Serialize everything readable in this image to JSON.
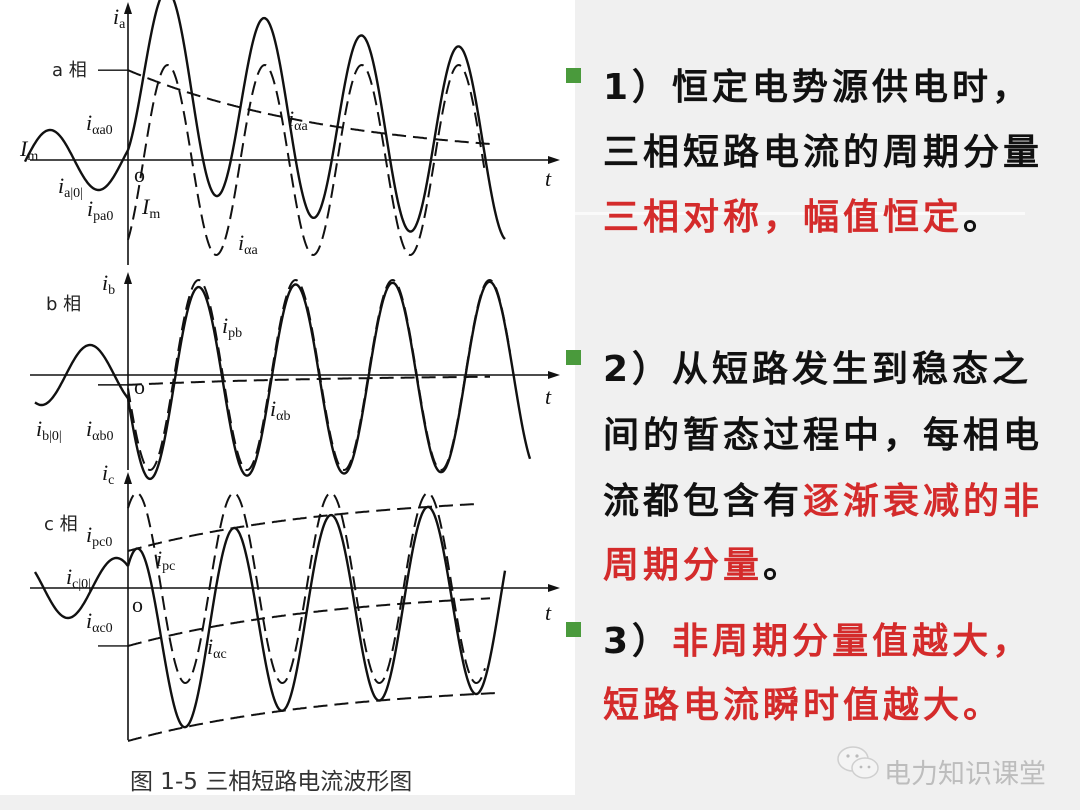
{
  "figure": {
    "caption": "图 1-5   三相短路电流波形图",
    "axis_t": "t",
    "origin": "o",
    "panels": [
      {
        "phase_label": "a 相",
        "axis": {
          "main": "i",
          "sub": "a"
        },
        "labels": [
          {
            "main": "i",
            "sub": "αa0"
          },
          {
            "main": "I",
            "sub": "m"
          },
          {
            "main": "i",
            "sub": "a|0|"
          },
          {
            "main": "i",
            "sub": "pa0"
          },
          {
            "main": "I",
            "sub": "m"
          },
          {
            "main": "i",
            "sub": "αa"
          },
          {
            "main": "i",
            "sub": "αa"
          }
        ]
      },
      {
        "phase_label": "b 相",
        "axis": {
          "main": "i",
          "sub": "b"
        },
        "labels": [
          {
            "main": "i",
            "sub": "pb"
          },
          {
            "main": "i",
            "sub": "αb"
          },
          {
            "main": "i",
            "sub": "b|0|"
          },
          {
            "main": "i",
            "sub": "αb0"
          }
        ]
      },
      {
        "phase_label": "c 相",
        "axis": {
          "main": "i",
          "sub": "c"
        },
        "labels": [
          {
            "main": "i",
            "sub": "pc0"
          },
          {
            "main": "i",
            "sub": "pc"
          },
          {
            "main": "i",
            "sub": "c|0|"
          },
          {
            "main": "i",
            "sub": "αc0"
          },
          {
            "main": "i",
            "sub": "αc"
          }
        ]
      }
    ]
  },
  "points": [
    {
      "lines": [
        [
          {
            "text": "1）恒定电势源供电时，",
            "highlight": false
          }
        ],
        [
          {
            "text": "三相短路电流的周期分量",
            "highlight": false
          }
        ],
        [
          {
            "text": "三相对称，幅值恒定",
            "highlight": true
          },
          {
            "text": "。",
            "highlight": false
          }
        ]
      ]
    },
    {
      "lines": [
        [
          {
            "text": "2）从短路发生到稳态之",
            "highlight": false
          }
        ],
        [
          {
            "text": "间的暂态过程中，每相电",
            "highlight": false
          }
        ],
        [
          {
            "text": "流都包含有",
            "highlight": false
          },
          {
            "text": "逐渐衰减的非",
            "highlight": true
          }
        ],
        [
          {
            "text": "周期分量",
            "highlight": true
          },
          {
            "text": "。",
            "highlight": false
          }
        ]
      ]
    },
    {
      "lines": [
        [
          {
            "text": "3）",
            "highlight": false
          },
          {
            "text": "非周期分量值越大，",
            "highlight": true
          }
        ],
        [
          {
            "text": "短路电流瞬时值越大。",
            "highlight": true
          }
        ]
      ]
    }
  ],
  "watermark": {
    "icon": "wechat-icon",
    "text": "电力知识课堂"
  },
  "colors": {
    "bullet": "#4a9a3c",
    "highlight": "#d42b2b",
    "text": "#111111",
    "background": "#f0f0f0"
  }
}
